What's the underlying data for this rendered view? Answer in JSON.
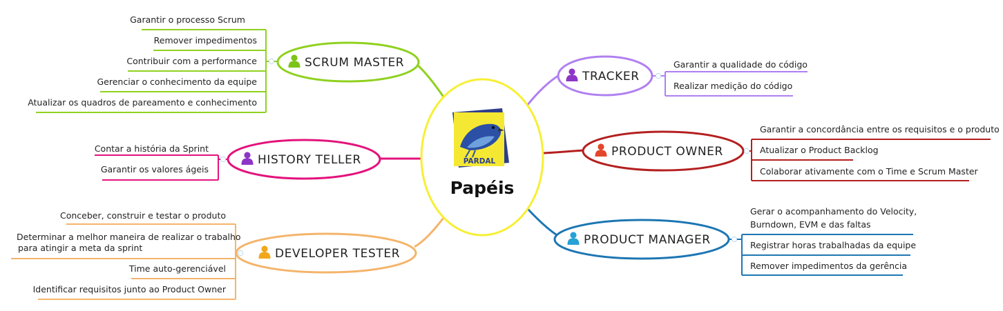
{
  "central": {
    "title": "Papéis",
    "logo_text": "PARDAL",
    "logo_name": "pardal-bird-logo",
    "color": "#f7ef34"
  },
  "branches": {
    "scrum_master": {
      "label": "SCRUM MASTER",
      "color": "#8fd11e",
      "icon": "person-icon",
      "items": [
        "Garantir o processo Scrum",
        "Remover impedimentos",
        "Contribuir com a performance",
        "Gerenciar o conhecimento da equipe",
        "Atualizar os quadros de pareamento e conhecimento"
      ]
    },
    "history_teller": {
      "label": "HISTORY TELLER",
      "color": "#e3137c",
      "icon": "person-icon",
      "items": [
        "Contar a história da Sprint",
        "Garantir os valores ágeis"
      ]
    },
    "developer_tester": {
      "label": "DEVELOPER TESTER",
      "color": "#f4b46a",
      "icon": "person-icon",
      "items": [
        "Conceber, construir e testar o produto",
        "Determinar a melhor maneira de realizar o trabalho",
        "para atingir a meta da sprint",
        "Time auto-gerenciável",
        "Identificar requisitos junto ao Product Owner"
      ]
    },
    "tracker": {
      "label": "TRACKER",
      "color": "#b07ff0",
      "icon": "person-icon",
      "items": [
        "Garantir a qualidade do código",
        "Realizar medição do código"
      ]
    },
    "product_owner": {
      "label": "PRODUCT OWNER",
      "color": "#b41f1f",
      "icon": "person-icon",
      "items": [
        "Garantir a concordância entre os requisitos e o produto",
        "Atualizar o Product Backlog",
        "Colaborar ativamente com o Time e Scrum Master"
      ]
    },
    "product_manager": {
      "label": "PRODUCT MANAGER",
      "color": "#1c76b3",
      "icon": "person-icon",
      "items": [
        "Gerar o acompanhamento do Velocity,",
        "Burndown, EVM e das faltas",
        "Registrar horas trabalhadas da equipe",
        "Remover impedimentos da gerência"
      ]
    }
  }
}
